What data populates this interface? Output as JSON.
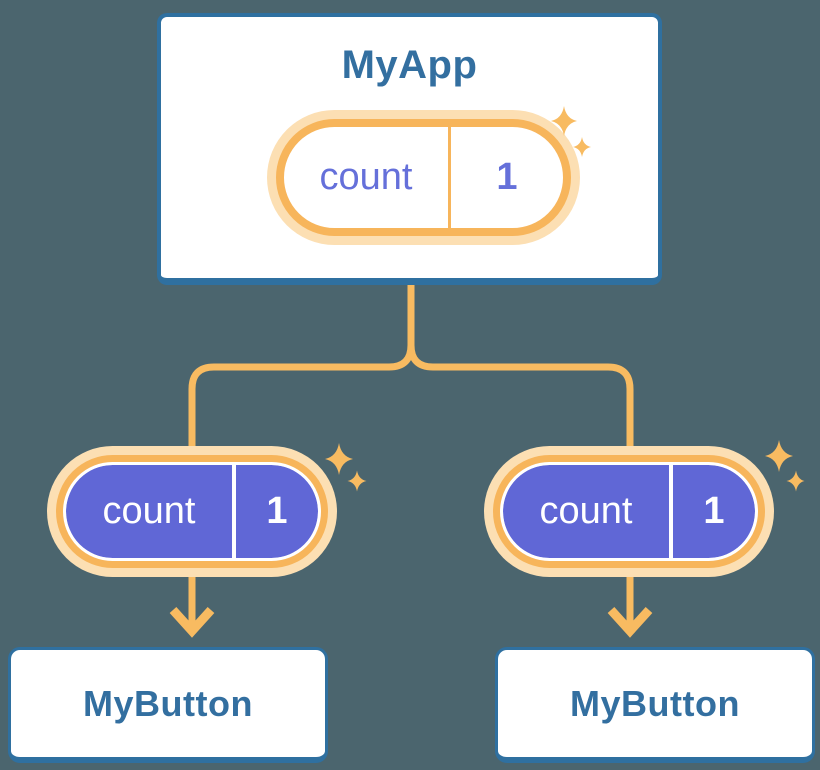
{
  "diagram": {
    "type": "component-tree",
    "root": {
      "title": "MyApp",
      "state": {
        "name": "count",
        "value": "1"
      }
    },
    "children": [
      {
        "title": "MyButton",
        "state": {
          "name": "count",
          "value": "1"
        }
      },
      {
        "title": "MyButton",
        "state": {
          "name": "count",
          "value": "1"
        }
      }
    ],
    "colors": {
      "background": "#4B656E",
      "node_fill": "#FFFFFF",
      "node_border_blue": "#2F70A0",
      "title_text_blue": "#336FA0",
      "connector_orange": "#F8BB61",
      "pill_ring_orange": "#F7B55B",
      "pill_halo": "#FCDFB3",
      "state_pill_purple": "#6067D6",
      "state_text_purple": "#6570DA",
      "state_text_on_purple": "#FFFFFF"
    }
  }
}
